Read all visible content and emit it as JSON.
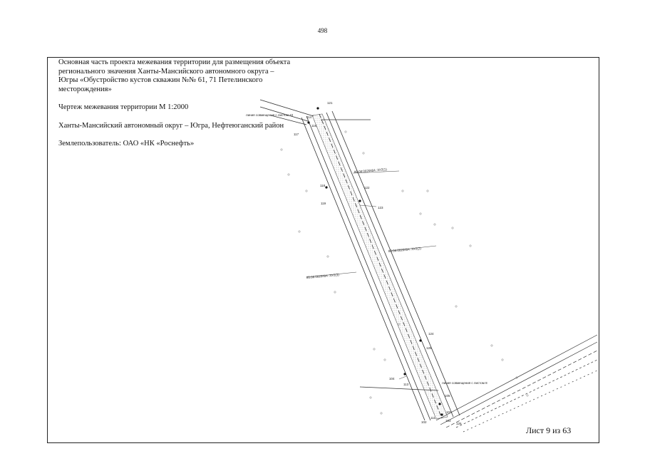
{
  "page_number": "498",
  "title_block": {
    "project_title": "Основная часть проекта межевания территории для размещения объекта регионального значения Ханты-Мансийского автономного округа – Югры «Обустройство кустов скважин №№ 61, 71 Петелинского месторождения»",
    "drawing_title": "Чертеж межевания территории М 1:2000",
    "region": "Ханты-Мансийский автономный округ – Югра, Нефтеюганский район",
    "land_user": "Землепользователь: ОАО «НК «Роснефть»"
  },
  "sheet_label": "Лист 9 из 63",
  "map": {
    "match_line_top": "линия совмещения с листом 10",
    "match_line_bottom": "линия совмещения с листом 8",
    "parcels": [
      "86:08:0020404 :ЗУ2(1)",
      "86:08:0020404 :ЗУ2(2)",
      "86:08:0020404 :ЗУ2(3)"
    ],
    "points": [
      "121",
      "114",
      "116",
      "117",
      "118",
      "119",
      "122",
      "123",
      "124",
      "125",
      "104",
      "113",
      "105",
      "107",
      "111",
      "102",
      "103",
      "126"
    ],
    "colors": {
      "line": "#333333",
      "hatch": "#8a8a8a"
    }
  }
}
